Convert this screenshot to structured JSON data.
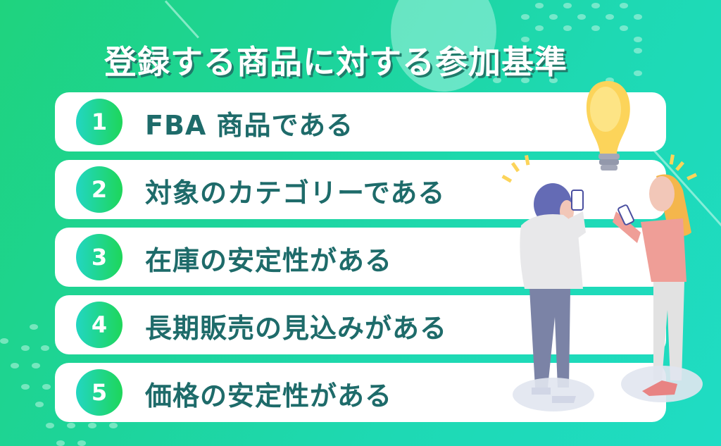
{
  "title": "登録する商品に対する参加基準",
  "criteria": [
    {
      "number": "1",
      "text": "FBA 商品である"
    },
    {
      "number": "2",
      "text": "対象のカテゴリーである"
    },
    {
      "number": "3",
      "text": "在庫の安定性がある"
    },
    {
      "number": "4",
      "text": "長期販売の見込みがある"
    },
    {
      "number": "5",
      "text": "価格の安定性がある"
    }
  ],
  "colors": {
    "background_start": "#1fd37e",
    "background_end": "#1fdcc4",
    "title_text": "#ffffff",
    "title_shadow": "#1f7a6a",
    "item_text": "#1e6b6a",
    "badge_start": "#22d6c2",
    "badge_end": "#1ed65a",
    "bulb": "#fcd45a"
  },
  "illustration": {
    "icons": [
      "lightbulb-icon",
      "man-with-phone",
      "woman-with-phone"
    ]
  }
}
